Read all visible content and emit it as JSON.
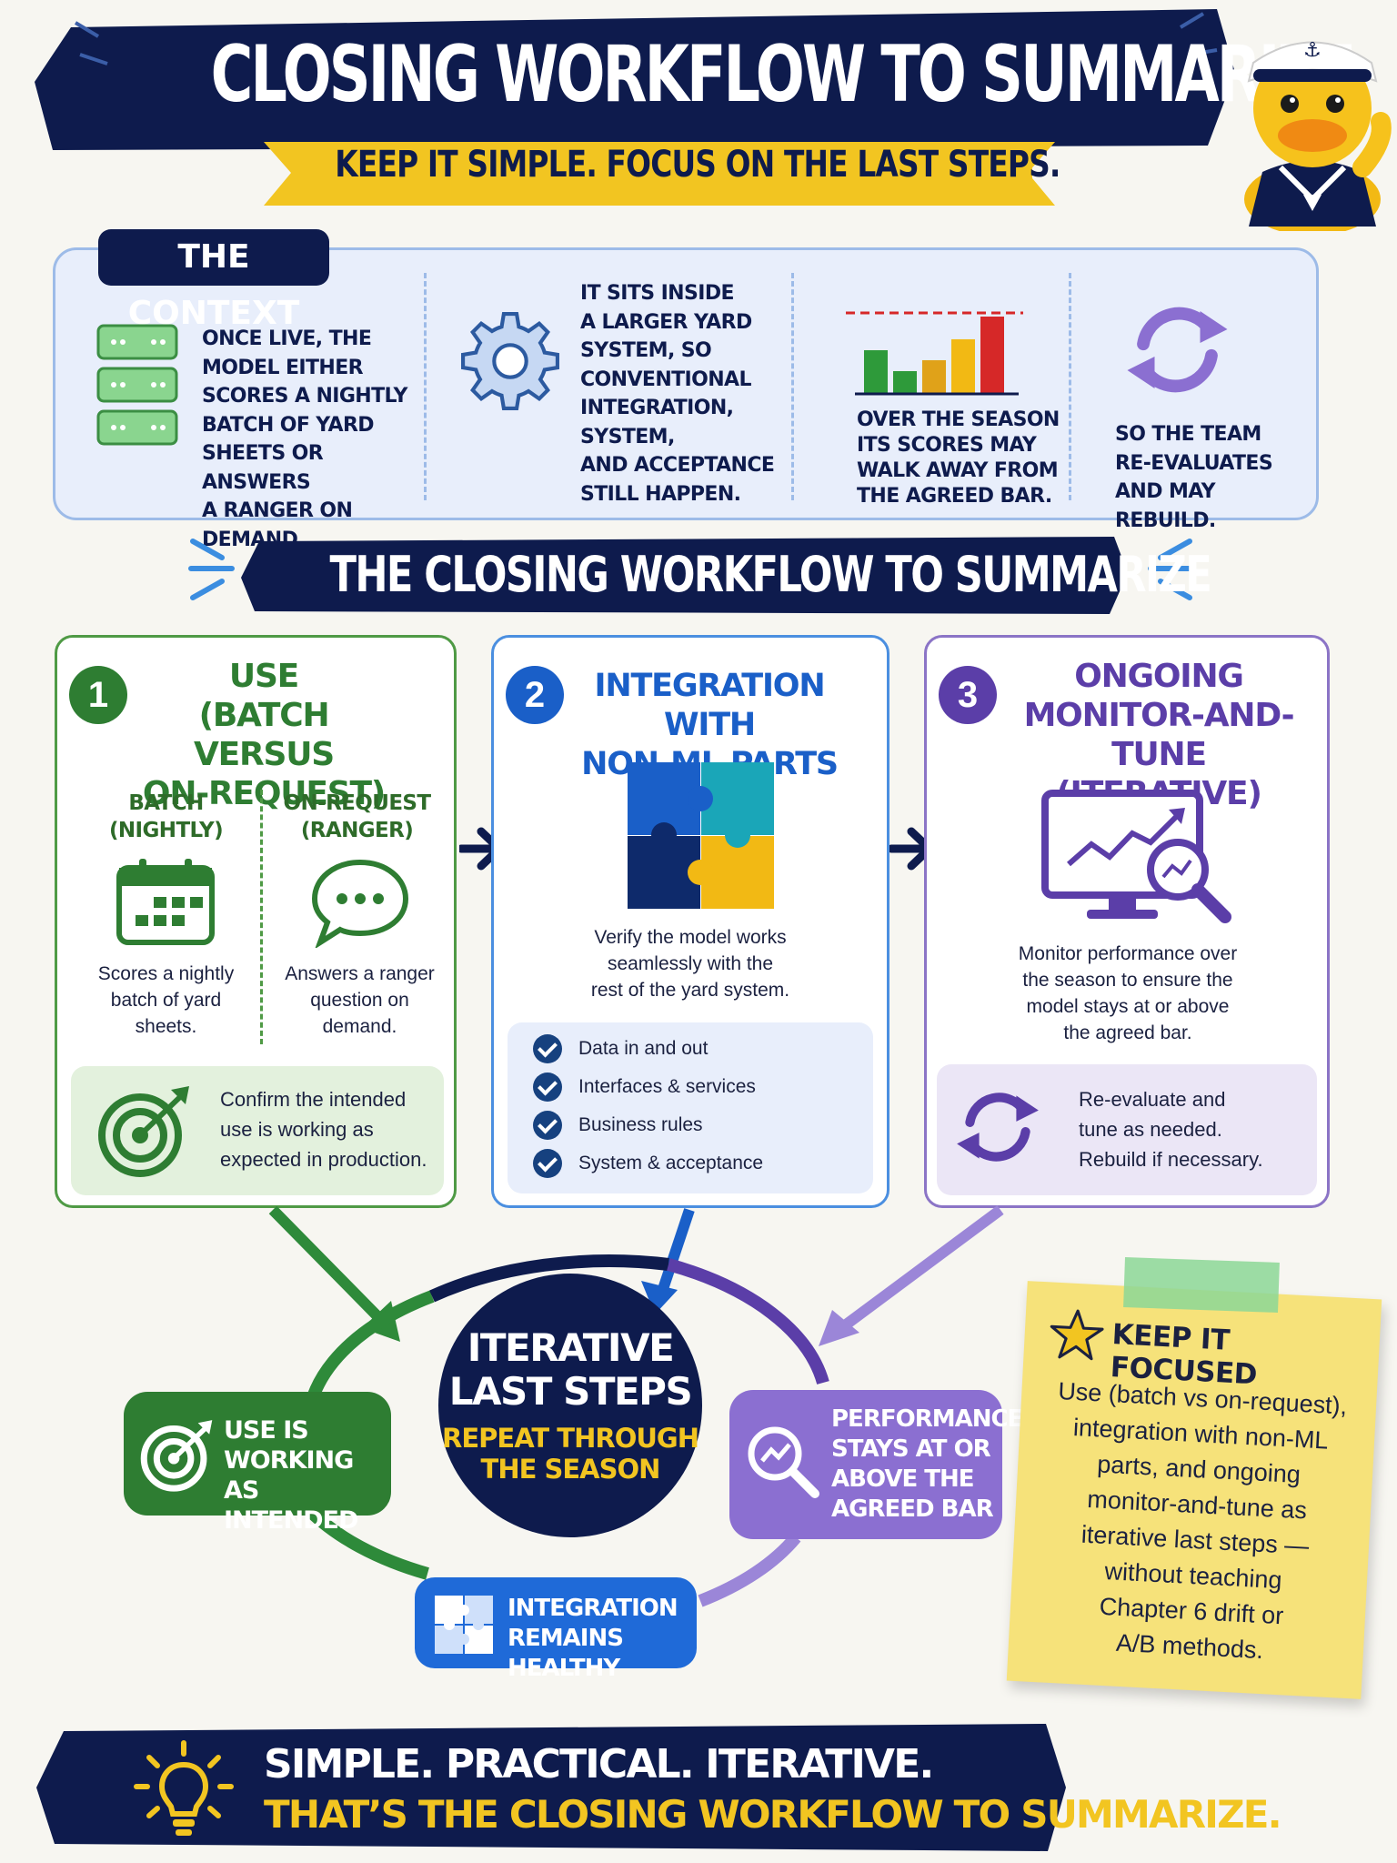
{
  "header": {
    "title": "CLOSING WORKFLOW TO SUMMARIZE",
    "subtitle": "KEEP IT SIMPLE. FOCUS ON THE LAST STEPS."
  },
  "context": {
    "tab_label": "THE CONTEXT",
    "items": [
      {
        "icon": "server-stack-icon",
        "lines": [
          "ONCE LIVE, THE",
          "MODEL EITHER",
          "SCORES A NIGHTLY",
          "BATCH OF YARD",
          "SHEETS OR ANSWERS",
          "A RANGER ON DEMAND."
        ]
      },
      {
        "icon": "gear-icon",
        "lines": [
          "IT SITS INSIDE",
          "A LARGER YARD",
          "SYSTEM, SO",
          "CONVENTIONAL",
          "INTEGRATION, SYSTEM,",
          "AND ACCEPTANCE",
          "STILL HAPPEN."
        ]
      },
      {
        "icon": "bar-chart-drift-icon",
        "lines": [
          "OVER THE SEASON",
          "ITS SCORES MAY",
          "WALK AWAY FROM",
          "THE AGREED BAR."
        ]
      },
      {
        "icon": "refresh-cycle-icon",
        "lines": [
          "SO THE TEAM",
          "RE-EVALUATES",
          "AND MAY REBUILD."
        ]
      }
    ]
  },
  "section_title": "THE CLOSING WORKFLOW TO SUMMARIZE",
  "steps": [
    {
      "number": "1",
      "title_lines": [
        "USE",
        "(BATCH VERSUS",
        "ON-REQUEST)"
      ],
      "color": "#2e7d32",
      "columns": [
        {
          "label_lines": [
            "BATCH",
            "(NIGHTLY)"
          ],
          "icon": "calendar-icon",
          "text_lines": [
            "Scores a nightly",
            "batch of yard",
            "sheets."
          ]
        },
        {
          "label_lines": [
            "ON-REQUEST",
            "(RANGER)"
          ],
          "icon": "chat-bubble-icon",
          "text_lines": [
            "Answers a ranger",
            "question on",
            "demand."
          ]
        }
      ],
      "box_icon": "target-icon",
      "box_lines": [
        "Confirm the intended",
        "use is working as",
        "expected in production."
      ]
    },
    {
      "number": "2",
      "title_lines": [
        "INTEGRATION WITH",
        "NON-ML PARTS"
      ],
      "color": "#1a5fc8",
      "icon": "puzzle-icon",
      "text_lines": [
        "Verify the model works",
        "seamlessly with the",
        "rest of the yard system."
      ],
      "checklist": [
        "Data in and out",
        "Interfaces & services",
        "Business rules",
        "System & acceptance"
      ]
    },
    {
      "number": "3",
      "title_lines": [
        "ONGOING",
        "MONITOR-AND-TUNE",
        "(ITERATIVE)"
      ],
      "color": "#5b3ea8",
      "icon": "monitor-analytics-icon",
      "text_lines": [
        "Monitor performance over",
        "the season to ensure the",
        "model stays at or above",
        "the agreed bar."
      ],
      "box_icon": "refresh-icon",
      "box_lines": [
        "Re-evaluate and",
        "tune as needed.",
        "Rebuild if necessary."
      ]
    }
  ],
  "cycle": {
    "center_lines": [
      "ITERATIVE",
      "LAST STEPS"
    ],
    "center_sub_lines": [
      "REPEAT THROUGH",
      "THE SEASON"
    ],
    "left_lines": [
      "USE IS WORKING",
      "AS INTENDED"
    ],
    "right_lines": [
      "PERFORMANCE",
      "STAYS AT OR",
      "ABOVE THE",
      "AGREED BAR"
    ],
    "bottom_lines": [
      "INTEGRATION",
      "REMAINS HEALTHY"
    ]
  },
  "sticky": {
    "title": "KEEP IT FOCUSED",
    "lines": [
      "Use (batch vs on-request),",
      "integration with non-ML",
      "parts, and ongoing",
      "monitor-and-tune as",
      "iterative last steps —",
      "without teaching",
      "Chapter 6 drift or",
      "A/B methods."
    ]
  },
  "footer": {
    "line1": "SIMPLE. PRACTICAL. ITERATIVE.",
    "line2": "THAT’S THE CLOSING WORKFLOW TO SUMMARIZE."
  },
  "colors": {
    "navy": "#0e1b4d",
    "gold": "#f2c521",
    "green": "#2e7d32",
    "blue": "#1a5fc8",
    "purple": "#5b3ea8",
    "sticky": "#f6e27a"
  }
}
